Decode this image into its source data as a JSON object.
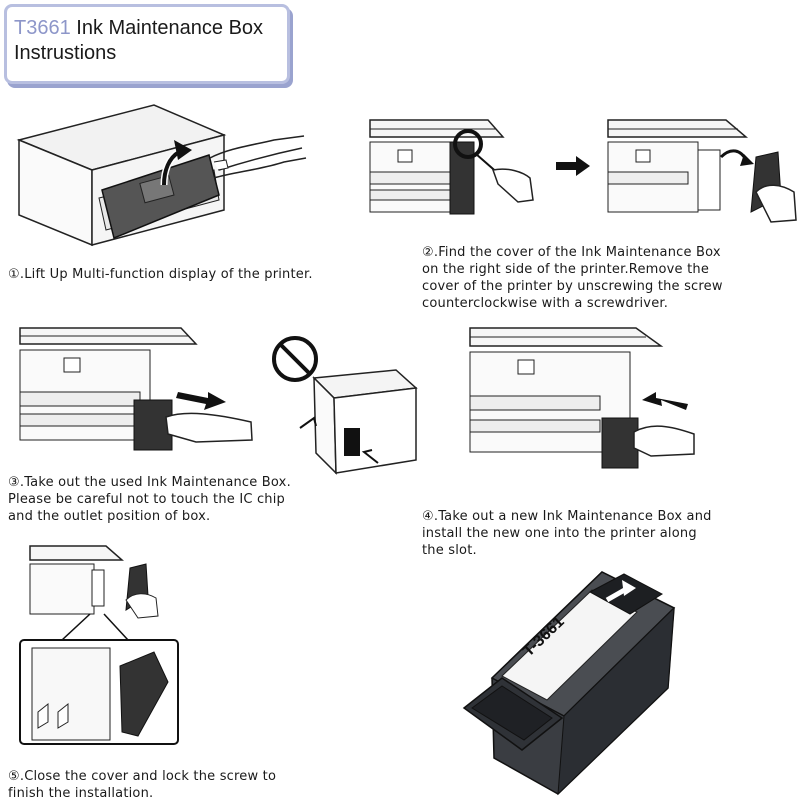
{
  "header": {
    "model": "T3661",
    "title_rest": " Ink Maintenance Box",
    "title_line2": "Instrustions"
  },
  "steps": [
    {
      "number": "①",
      "text": ".Lift Up Multi-function display of the printer."
    },
    {
      "number": "②",
      "text": ".Find the cover of the Ink Maintenance Box\n   on the right side of the printer.Remove the\n   cover of the printer by unscrewing the screw\n   counterclockwise with a screwdriver."
    },
    {
      "number": "③",
      "text": ".Take out the used Ink Maintenance Box.\n   Please be careful not to touch the IC chip\n   and the outlet position of box."
    },
    {
      "number": "④",
      "text": ".Take out a new Ink Maintenance Box and\n   install the new one into the printer along\n   the slot."
    },
    {
      "number": "⑤",
      "text": ".Close the cover and lock the screw to\n   finish the installation."
    }
  ],
  "product": {
    "label": "T-3661"
  },
  "icons": [
    "printer-illustration",
    "screwdriver-illustration",
    "arrow-right-icon",
    "prohibited-icon",
    "maintenance-box-illustration"
  ]
}
